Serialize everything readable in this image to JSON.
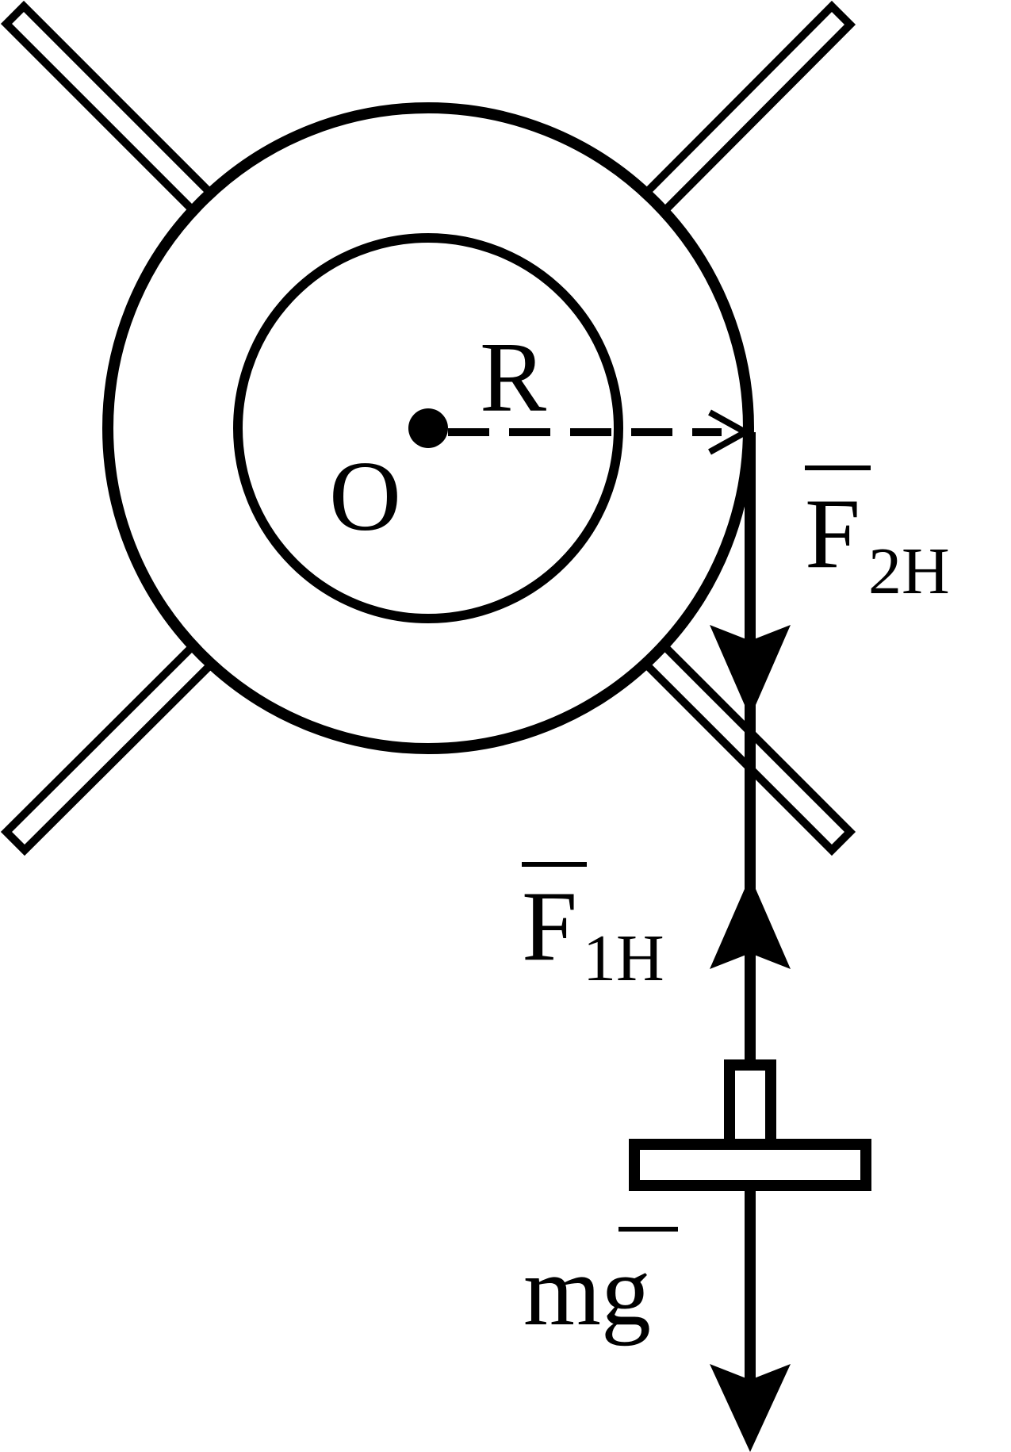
{
  "labels": {
    "radius": "R",
    "center": "O",
    "force2_main": "F",
    "force2_sub": "2H",
    "force1_main": "F",
    "force1_sub": "1H",
    "weight": "mg"
  },
  "colors": {
    "stroke": "#000000",
    "background": "#ffffff"
  }
}
